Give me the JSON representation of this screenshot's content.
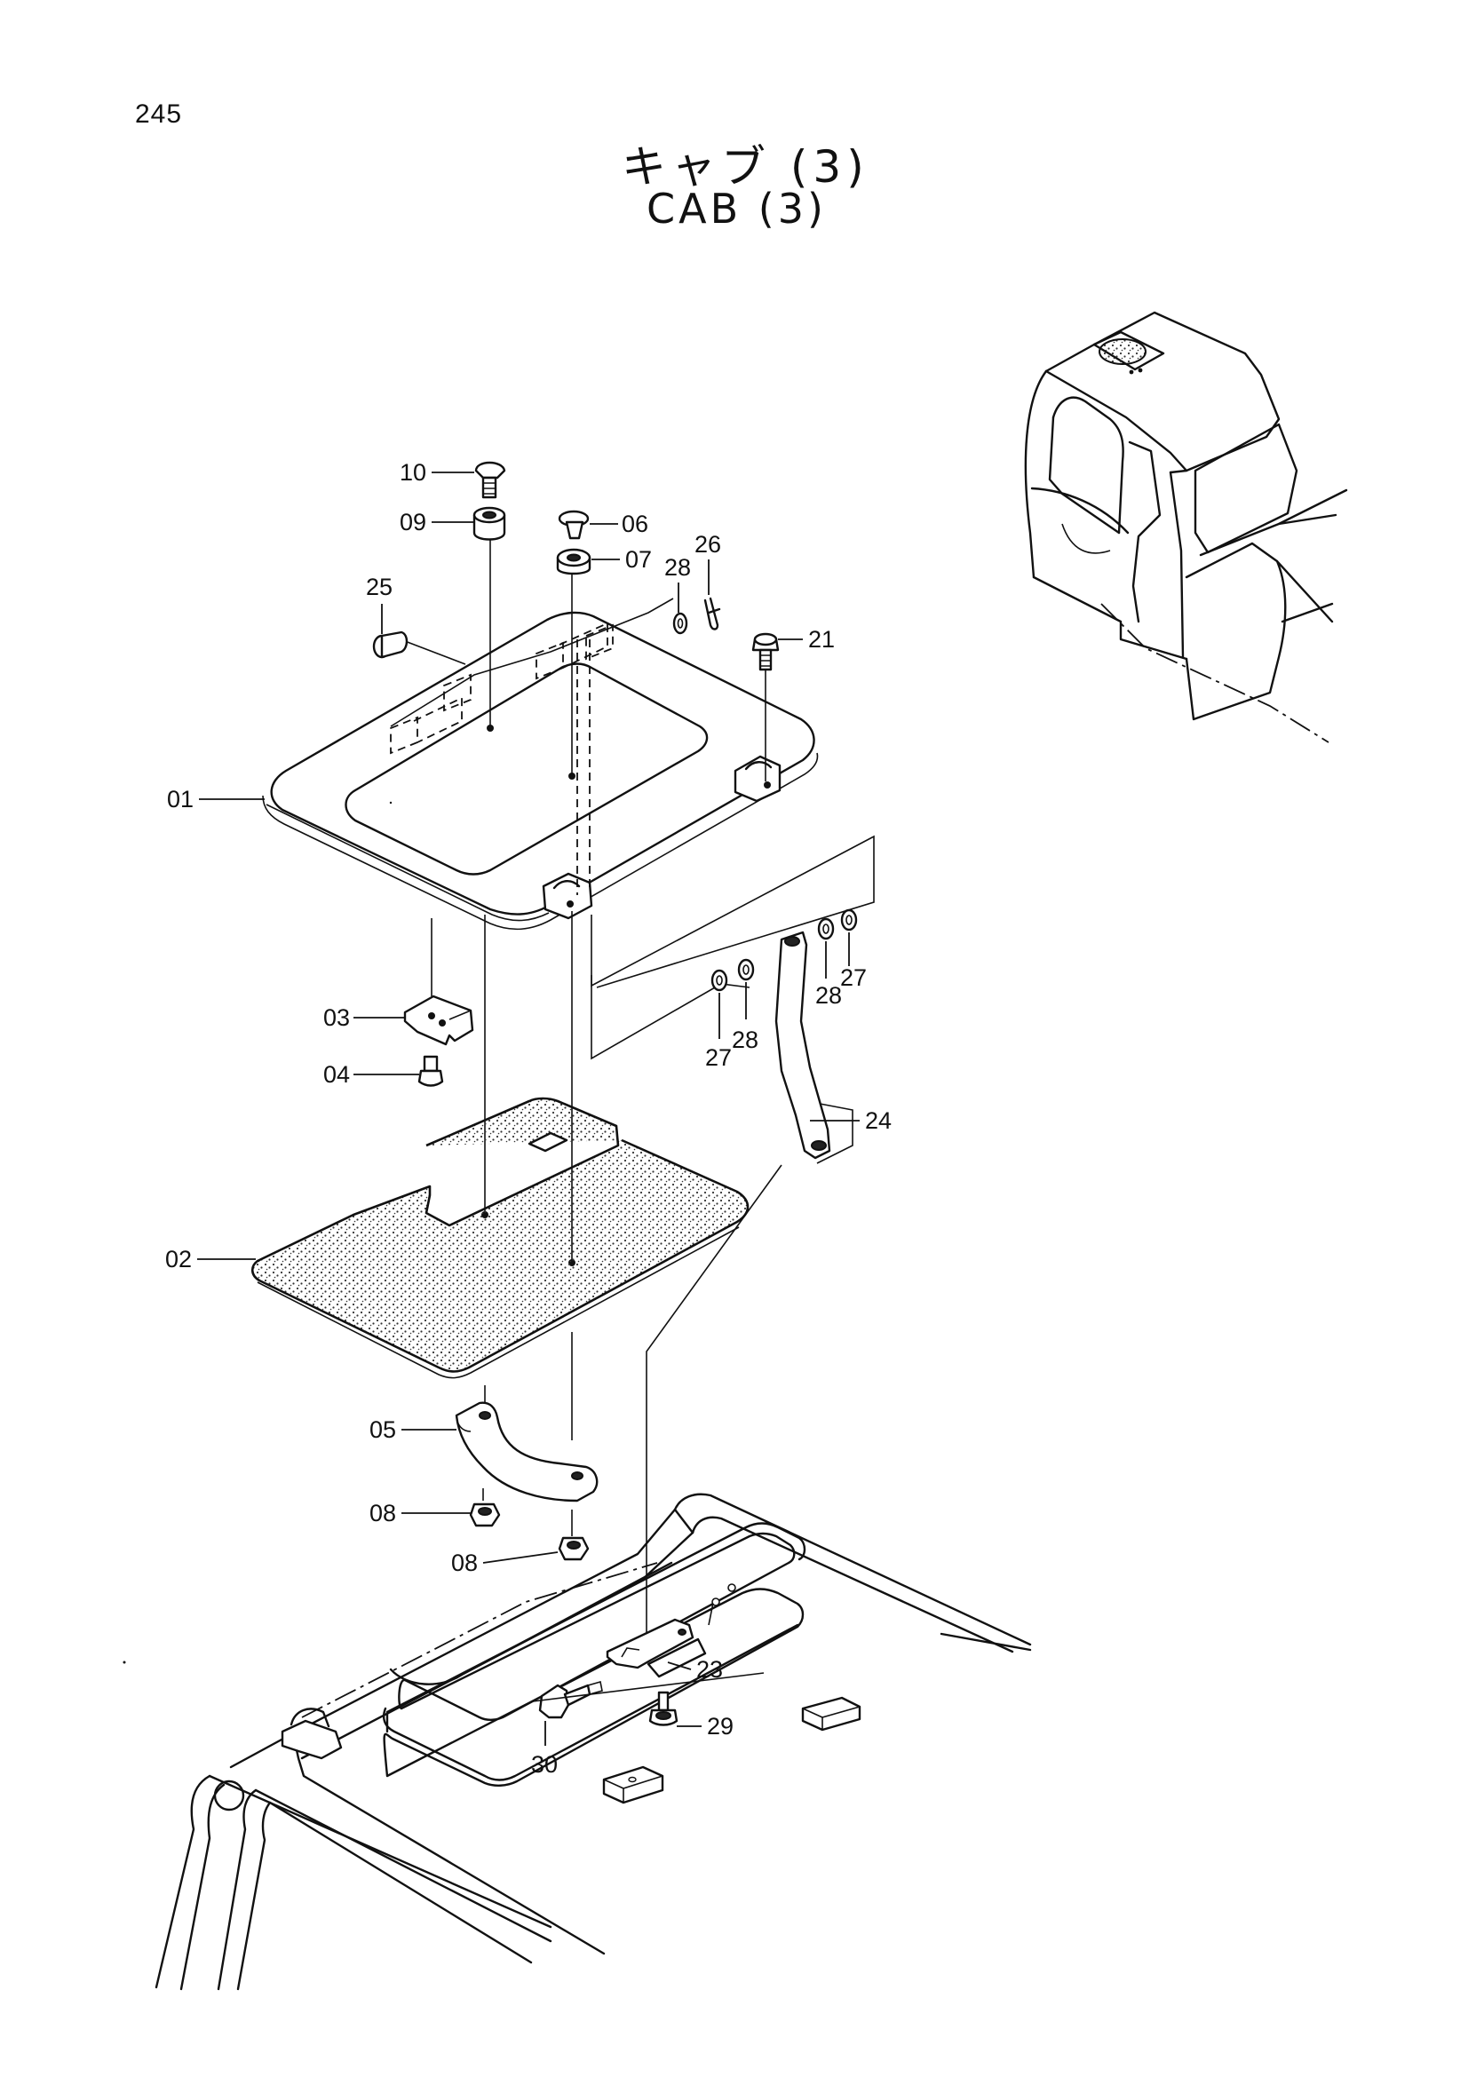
{
  "page_number": "245",
  "title": {
    "japanese": "キャブ (3)",
    "english": "CAB (3)"
  },
  "colors": {
    "line": "#111111",
    "background": "#ffffff",
    "stipple": "#333333"
  },
  "callouts": [
    {
      "id": "p10",
      "label": "10"
    },
    {
      "id": "p09",
      "label": "09"
    },
    {
      "id": "p06",
      "label": "06"
    },
    {
      "id": "p07",
      "label": "07"
    },
    {
      "id": "p25",
      "label": "25"
    },
    {
      "id": "p28a",
      "label": "28"
    },
    {
      "id": "p26",
      "label": "26"
    },
    {
      "id": "p21",
      "label": "21"
    },
    {
      "id": "p01",
      "label": "01"
    },
    {
      "id": "p03",
      "label": "03"
    },
    {
      "id": "p04",
      "label": "04"
    },
    {
      "id": "p28b",
      "label": "28"
    },
    {
      "id": "p27a",
      "label": "27"
    },
    {
      "id": "p27b",
      "label": "27"
    },
    {
      "id": "p28c",
      "label": "28"
    },
    {
      "id": "p24",
      "label": "24"
    },
    {
      "id": "p02",
      "label": "02"
    },
    {
      "id": "p05",
      "label": "05"
    },
    {
      "id": "p08a",
      "label": "08"
    },
    {
      "id": "p08b",
      "label": "08"
    },
    {
      "id": "p23",
      "label": "23"
    },
    {
      "id": "p29",
      "label": "29"
    },
    {
      "id": "p30",
      "label": "30"
    }
  ]
}
